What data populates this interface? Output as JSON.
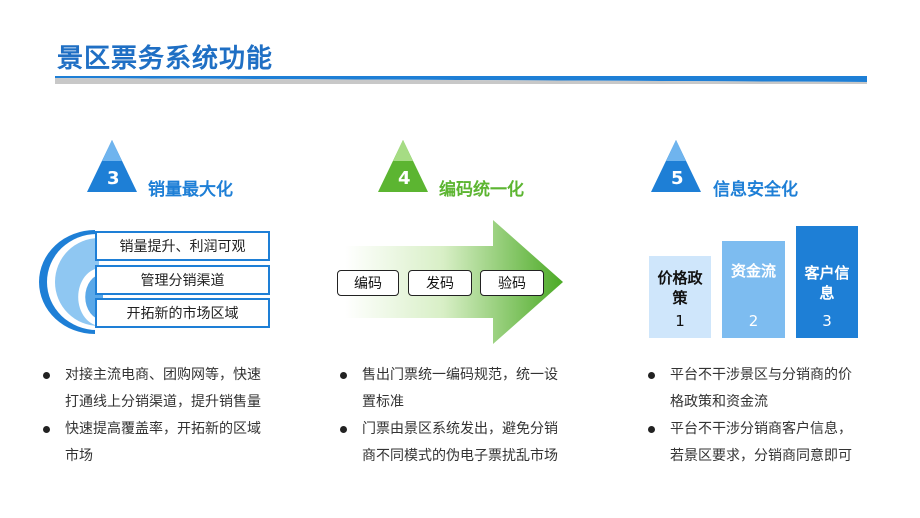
{
  "title": "景区票务系统功能",
  "sections": [
    {
      "number": "3",
      "heading": "销量最大化",
      "levels": [
        "销量提升、利润可观",
        "管理分销渠道",
        "开拓新的市场区域"
      ],
      "bullets": [
        [
          "对接主流电商、团购网等，快速",
          "打通线上分销渠道，提升销售量"
        ],
        [
          "快速提高覆盖率，开拓新的区域",
          "市场"
        ]
      ]
    },
    {
      "number": "4",
      "heading": "编码统一化",
      "tags": [
        "编码",
        "发码",
        "验码"
      ],
      "bullets": [
        [
          "售出门票统一编码规范，统一设",
          "置标准"
        ],
        [
          "门票由景区系统发出，避免分销",
          "商不同模式的伪电子票扰乱市场"
        ]
      ]
    },
    {
      "number": "5",
      "heading": "信息安全化",
      "columns": [
        {
          "label_lines": [
            "价格政",
            "策"
          ],
          "number": "1"
        },
        {
          "label_lines": [
            "资金流"
          ],
          "number": "2"
        },
        {
          "label_lines": [
            "客户信",
            "息"
          ],
          "number": "3"
        }
      ],
      "bullets": [
        [
          "平台不干涉景区与分销商的价",
          "格政策和资金流"
        ],
        [
          "平台不干涉分销商客户信息，",
          "若景区要求，分销商同意即可"
        ]
      ]
    }
  ],
  "colors": {
    "blue": "#1e7fd6",
    "green": "#5cb531",
    "title": "#1f6fc4"
  }
}
